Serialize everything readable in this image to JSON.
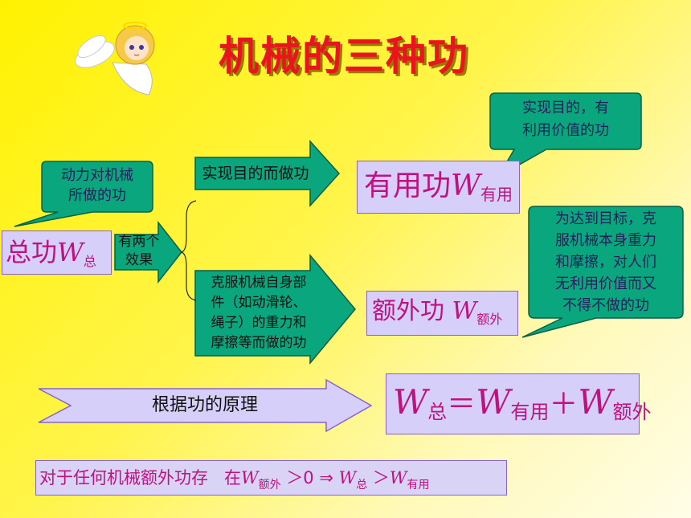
{
  "title": "机械的三种功",
  "callouts": {
    "motive": "动力对机械\n所做的功",
    "useful_desc": "实现目的，有\n利用价值的功",
    "extra_desc": "为达到目标，克\n服机械本身重力\n和摩擦，对人们\n无利用价值而又\n不得不做的功"
  },
  "boxes": {
    "total": {
      "text": "总功",
      "var": "W",
      "sub": "总"
    },
    "useful": {
      "text": "有用功",
      "var": "W",
      "sub": "有用"
    },
    "extra": {
      "text": "额外功",
      "var": "W",
      "sub": "额外"
    }
  },
  "arrows": {
    "two_effects": "有两个\n效果",
    "achieve": "实现目的而做功",
    "overcome": "克服机械自身部\n件（如动滑轮、\n绳子）的重力和\n摩擦等而做的功",
    "principle": "根据功的原理"
  },
  "formula": {
    "w": "W",
    "sub_total": "总",
    "eq": "＝",
    "sub_useful": "有用",
    "plus": "＋",
    "sub_extra": "额外"
  },
  "conclusion": {
    "prefix": "对于任何机械额外功存   在",
    "w": "W",
    "sub_extra": "额外",
    "gt0": "＞0 ⇒",
    "sub_total": "总",
    "gt": "＞",
    "sub_useful": "有用"
  },
  "colors": {
    "title": "#e8141e",
    "teal": "#0aa77f",
    "lavender": "#d6cffa",
    "magenta": "#c0117e"
  },
  "icons": [
    "angel-mascot-icon"
  ]
}
